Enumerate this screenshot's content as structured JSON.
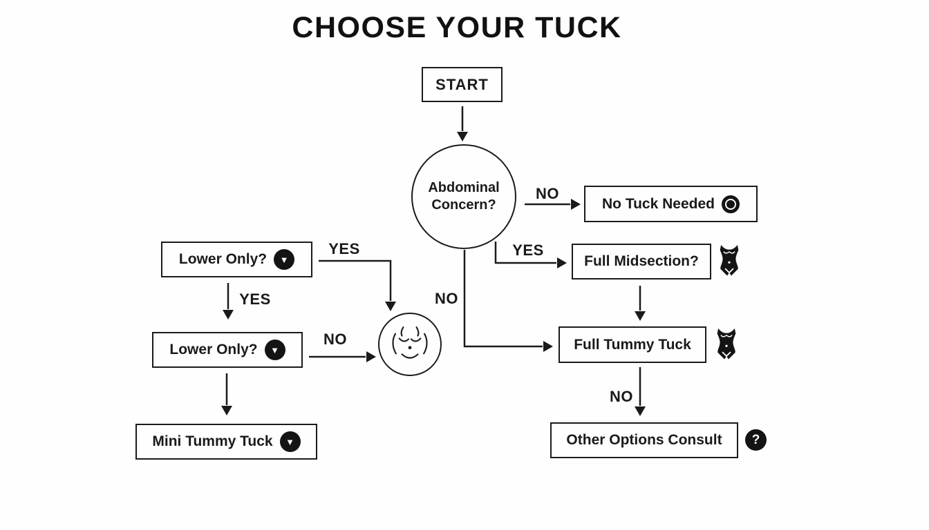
{
  "title": "CHOOSE YOUR TUCK",
  "colors": {
    "ink": "#1a1a1a",
    "background": "#fefefe"
  },
  "nodes": {
    "start": {
      "label": "START"
    },
    "abdominal_concern": {
      "label": "Abdominal Concern?"
    },
    "no_tuck_needed": {
      "label": "No Tuck Needed",
      "icon": "record-icon"
    },
    "full_midsection": {
      "label": "Full Midsection?",
      "icon": "torso-icon"
    },
    "full_tummy_tuck": {
      "label": "Full Tummy Tuck",
      "icon": "torso-icon"
    },
    "other_options_consult": {
      "label": "Other Options Consult",
      "icon": "question-icon"
    },
    "lower_only_1": {
      "label": "Lower Only?",
      "icon": "chevron-down-circle-icon"
    },
    "lower_only_2": {
      "label": "Lower Only?",
      "icon": "chevron-down-circle-icon"
    },
    "mini_tummy_tuck": {
      "label": "Mini Tummy Tuck",
      "icon": "chevron-down-circle-icon"
    },
    "abdomen_art": {
      "icon": "abdomen-line-art-icon"
    }
  },
  "edge_labels": {
    "abdominal_no_right": "NO",
    "abdominal_yes_right": "YES",
    "abdominal_no_down": "NO",
    "full_tummy_no_down": "NO",
    "lower1_yes_right": "YES",
    "lower1_yes_down": "YES",
    "lower2_no_right": "NO"
  },
  "glyphs": {
    "chevron_down": "▼",
    "question": "?"
  }
}
